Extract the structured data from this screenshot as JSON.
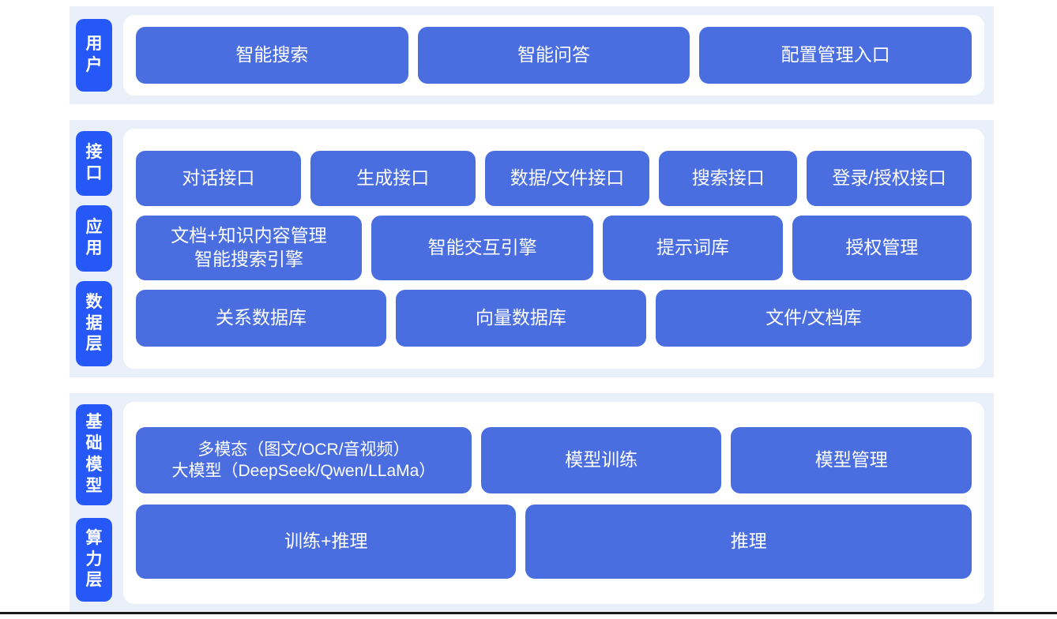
{
  "theme": {
    "page_background": "#ffffff",
    "band_background": "#eaf0f9",
    "card_background": "#ffffff",
    "tab_color": "#2558f6",
    "box_color": "#4a6ee0",
    "text_on_blue": "#ffffff",
    "rule_color": "#1a1a1a"
  },
  "bands": [
    {
      "id": "user",
      "tabs": [
        {
          "label": "用户"
        }
      ],
      "rows": [
        {
          "id": "user-entries",
          "boxes": [
            {
              "label": "智能搜索"
            },
            {
              "label": "智能问答"
            },
            {
              "label": "配置管理入口"
            }
          ]
        }
      ]
    },
    {
      "id": "core",
      "tabs": [
        {
          "label": "接口"
        },
        {
          "label": "应用"
        },
        {
          "label": "数据层"
        }
      ],
      "rows": [
        {
          "id": "interface",
          "boxes": [
            {
              "label": "对话接口",
              "flex": 1
            },
            {
              "label": "生成接口",
              "flex": 1
            },
            {
              "label": "数据/文件接口",
              "flex": 1
            },
            {
              "label": "搜索接口",
              "flex": 0.82
            },
            {
              "label": "登录/授权接口",
              "flex": 1
            }
          ]
        },
        {
          "id": "application",
          "boxes": [
            {
              "label": "文档+知识内容管理\n智能搜索引擎",
              "flex": 1.18
            },
            {
              "label": "智能交互引擎",
              "flex": 1.16
            },
            {
              "label": "提示词库",
              "flex": 0.92
            },
            {
              "label": "授权管理",
              "flex": 0.92
            }
          ]
        },
        {
          "id": "data",
          "boxes": [
            {
              "label": "关系数据库",
              "flex": 1
            },
            {
              "label": "向量数据库",
              "flex": 1
            },
            {
              "label": "文件/文档库",
              "flex": 1.28
            }
          ]
        }
      ]
    },
    {
      "id": "base",
      "tabs": [
        {
          "label": "基础模型"
        },
        {
          "label": "算力层"
        }
      ],
      "rows": [
        {
          "id": "model",
          "boxes": [
            {
              "label": "多模态（图文/OCR/音视频）\n大模型（DeepSeek/Qwen/LLaMa）",
              "flex": 1.28,
              "small": true
            },
            {
              "label": "模型训练",
              "flex": 0.9
            },
            {
              "label": "模型管理",
              "flex": 0.9
            }
          ]
        },
        {
          "id": "compute",
          "boxes": [
            {
              "label": "训练+推理",
              "flex": 1
            },
            {
              "label": "推理",
              "flex": 1.18
            }
          ]
        }
      ]
    }
  ]
}
